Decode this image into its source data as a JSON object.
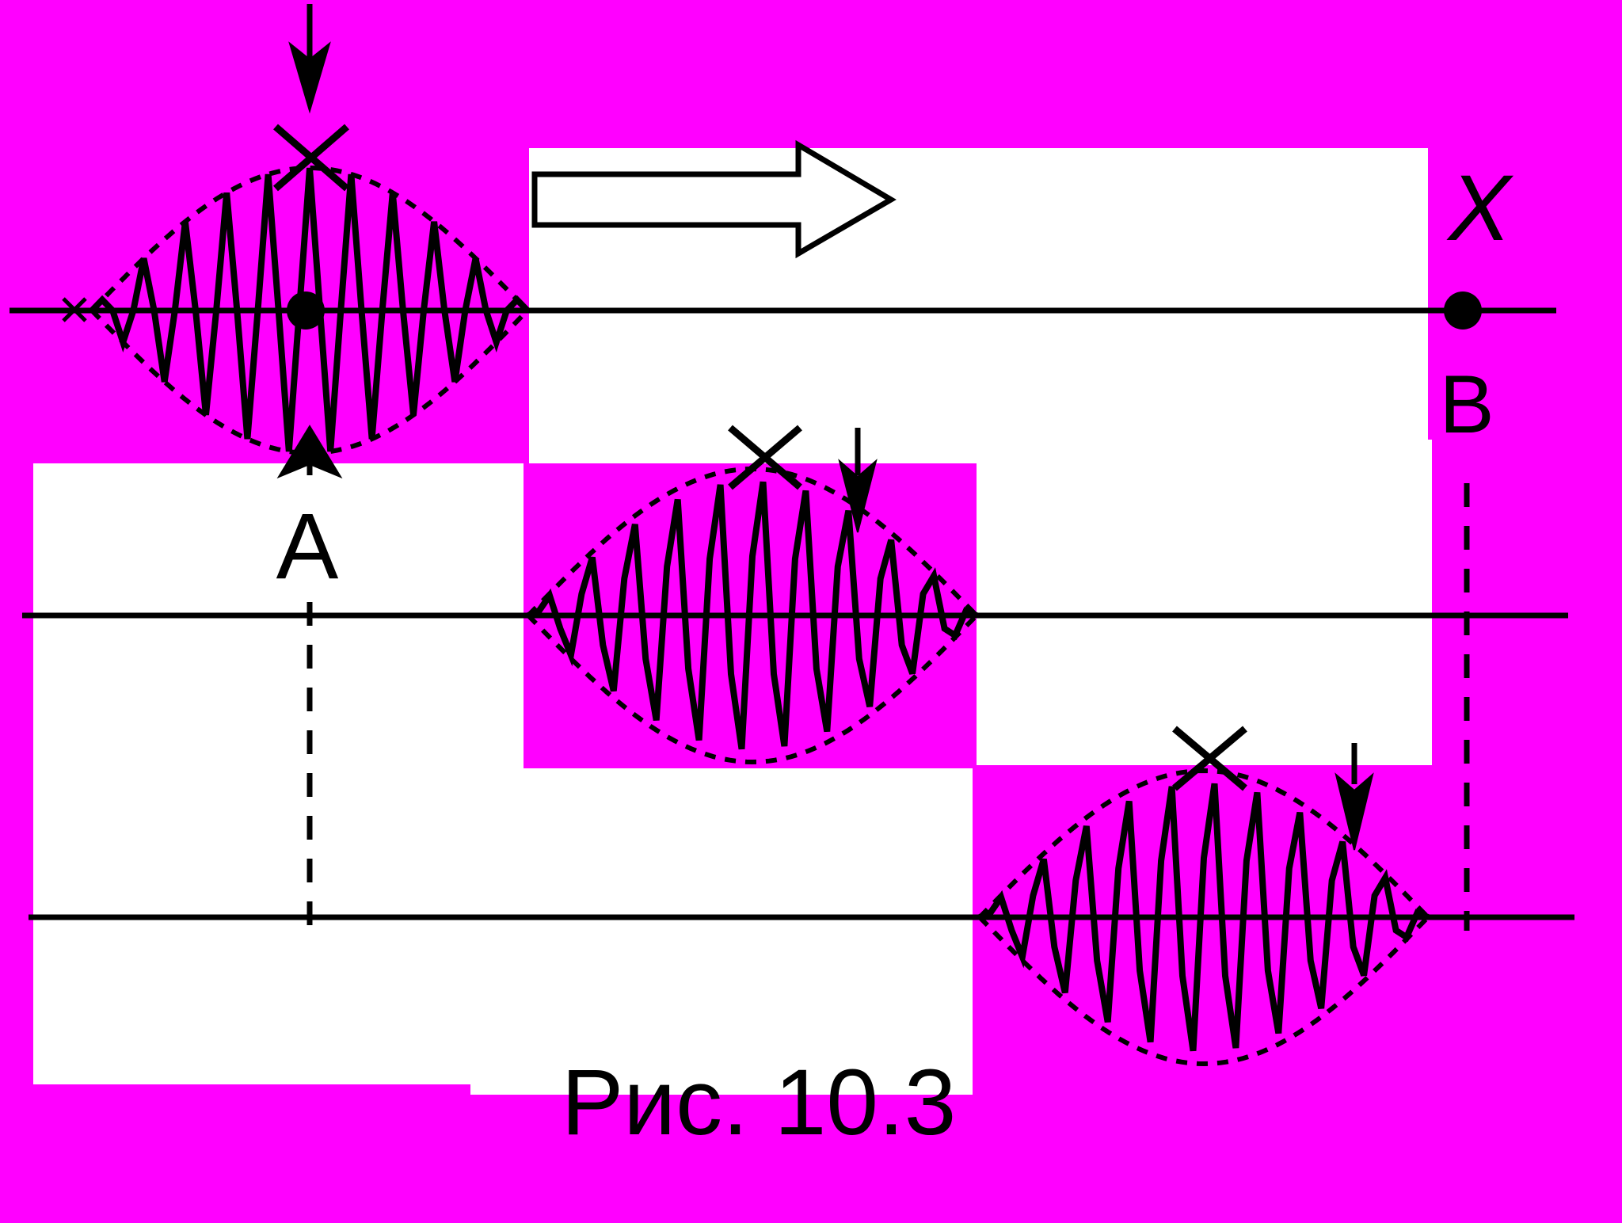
{
  "labels": {
    "point_a": "A",
    "point_b": "B",
    "axis_x": "X",
    "caption": "Рис. 10.3"
  },
  "colors": {
    "background": "#ff00ff",
    "panel": "#ffffff",
    "ink": "#000000"
  },
  "icons": {
    "direction": "hollow-arrow-right-icon",
    "group_peak": "cross-mark-icon",
    "phase_peak": "down-arrow-icon",
    "point": "filled-dot-icon"
  }
}
